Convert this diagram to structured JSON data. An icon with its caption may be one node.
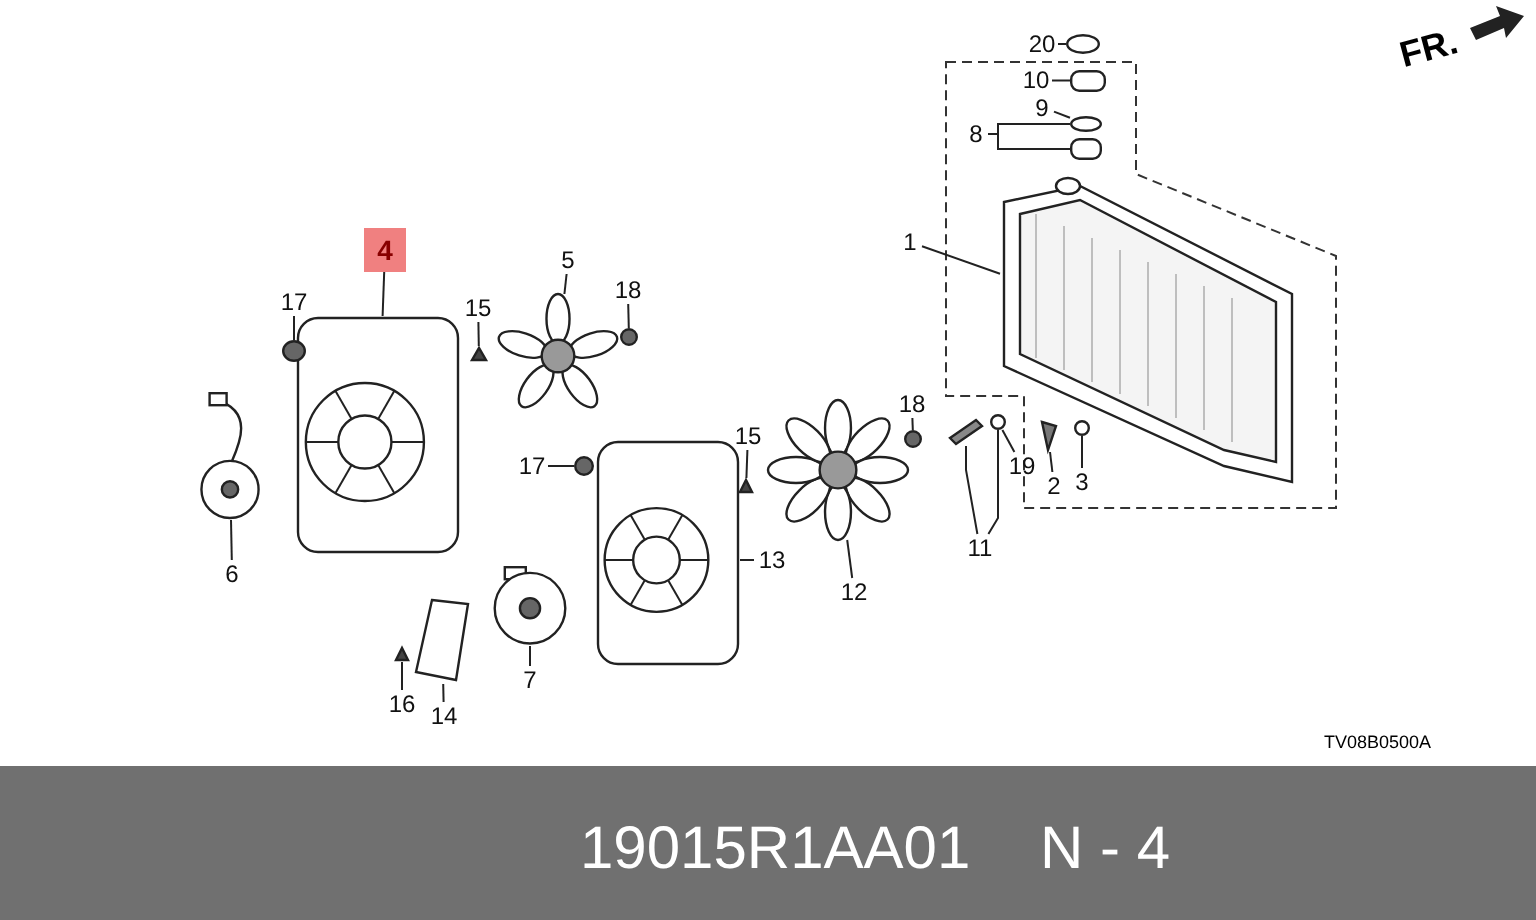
{
  "diagram": {
    "nodes": [
      {
        "text": [
          "20"
        ]
      },
      {
        "text": [],
        "shape": "circle"
      },
      {
        "text": [
          "10"
        ]
      },
      {
        "text": [],
        "shape": "box"
      },
      {
        "text": [
          "8"
        ]
      },
      {
        "text": [
          "9"
        ]
      },
      {
        "text": [],
        "shape": "circle"
      },
      {
        "text": [],
        "shape": "box"
      },
      {
        "text": [
          "1"
        ]
      },
      {
        "text": [],
        "shape": "picture"
      },
      {
        "text": [
          "4"
        ]
      },
      {
        "text": [],
        "shape": "picture"
      },
      {
        "text": [
          "17"
        ]
      },
      {
        "text": [],
        "shape": "circle"
      },
      {
        "text": [
          "15"
        ]
      },
      {
        "text": [],
        "shape": "picture"
      },
      {
        "text": [
          "5"
        ]
      },
      {
        "text": [],
        "shape": "picture"
      },
      {
        "text": [
          "18"
        ]
      },
      {
        "text": [],
        "shape": "circle"
      },
      {
        "text": [
          "6"
        ]
      },
      {
        "text": [],
        "shape": "picture"
      },
      {
        "text": [
          "17"
        ]
      },
      {
        "text": [],
        "shape": "circle"
      },
      {
        "text": [
          "15"
        ]
      },
      {
        "text": [],
        "shape": "picture"
      },
      {
        "text": [
          "13"
        ]
      },
      {
        "text": [],
        "shape": "picture"
      },
      {
        "text": [
          "12"
        ]
      },
      {
        "text": [],
        "shape": "picture"
      },
      {
        "text": [
          "18"
        ]
      },
      {
        "text": [],
        "shape": "circle"
      },
      {
        "text": [
          "19"
        ]
      },
      {
        "text": [],
        "shape": "circle"
      },
      {
        "text": [
          "11"
        ]
      },
      {
        "text": [],
        "shape": "picture"
      },
      {
        "text": [
          "2"
        ]
      },
      {
        "text": [],
        "shape": "picture"
      },
      {
        "text": [
          "3"
        ]
      },
      {
        "text": [],
        "shape": "circle"
      },
      {
        "text": [
          "7"
        ]
      },
      {
        "text": [],
        "shape": "picture"
      },
      {
        "text": [
          "16"
        ]
      },
      {
        "text": [],
        "shape": "picture"
      },
      {
        "text": [
          "14"
        ]
      },
      {
        "text": [],
        "shape": "picture"
      }
    ],
    "edges": [
      {
        "from": 0,
        "to": 1,
        "arrow": "none"
      },
      {
        "from": 2,
        "to": 3,
        "arrow": "none"
      },
      {
        "from": 4,
        "to": 6,
        "arrow": "none"
      },
      {
        "from": 4,
        "to": 7,
        "arrow": "none"
      },
      {
        "from": 5,
        "to": 6,
        "arrow": "none"
      },
      {
        "from": 8,
        "to": 9,
        "arrow": "none"
      },
      {
        "from": 10,
        "to": 11,
        "arrow": "none"
      },
      {
        "from": 12,
        "to": 13,
        "arrow": "none"
      },
      {
        "from": 14,
        "to": 15,
        "arrow": "none"
      },
      {
        "from": 16,
        "to": 17,
        "arrow": "none"
      },
      {
        "from": 18,
        "to": 19,
        "arrow": "none"
      },
      {
        "from": 20,
        "to": 21,
        "arrow": "none"
      },
      {
        "from": 22,
        "to": 23,
        "arrow": "none"
      },
      {
        "from": 24,
        "to": 25,
        "arrow": "none"
      },
      {
        "from": 26,
        "to": 27,
        "arrow": "none"
      },
      {
        "from": 28,
        "to": 29,
        "arrow": "none"
      },
      {
        "from": 30,
        "to": 31,
        "arrow": "none"
      },
      {
        "from": 32,
        "to": 33,
        "arrow": "none"
      },
      {
        "from": 34,
        "to": 35,
        "arrow": "none"
      },
      {
        "from": 34,
        "to": 33,
        "arrow": "none"
      },
      {
        "from": 36,
        "to": 37,
        "arrow": "none"
      },
      {
        "from": 38,
        "to": 39,
        "arrow": "none"
      },
      {
        "from": 40,
        "to": 41,
        "arrow": "none"
      },
      {
        "from": 42,
        "to": 43,
        "arrow": "none"
      },
      {
        "from": 44,
        "to": 45,
        "arrow": "none"
      }
    ],
    "labels": [
      "FR.",
      "TV08B0500A",
      "19015R1AA01",
      "N - 4"
    ]
  }
}
